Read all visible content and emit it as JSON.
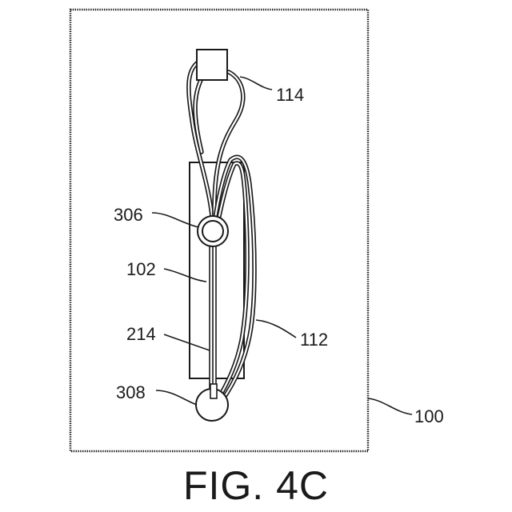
{
  "figure": {
    "caption": "FIG. 4C",
    "labels": {
      "ref_100": "100",
      "ref_102": "102",
      "ref_112": "112",
      "ref_114": "114",
      "ref_214": "214",
      "ref_306": "306",
      "ref_308": "308"
    }
  }
}
